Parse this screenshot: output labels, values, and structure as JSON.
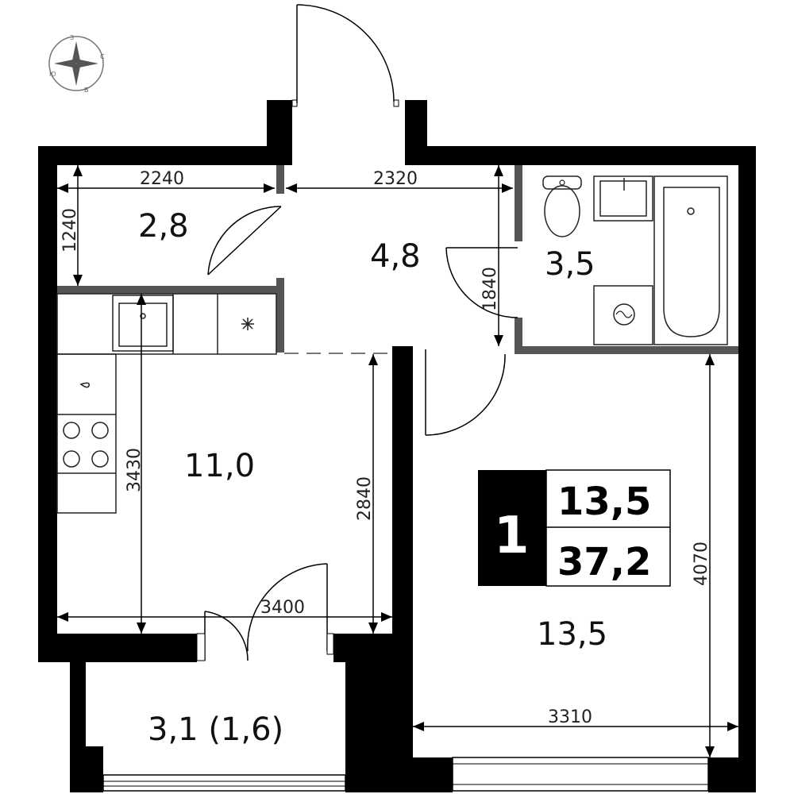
{
  "rooms": {
    "storage": "2,8",
    "hall": "4,8",
    "bathroom": "3,5",
    "kitchen": "11,0",
    "bedroom": "13,5",
    "balcony": "3,1 (1,6)"
  },
  "dimensions": {
    "storage_width": "2240",
    "storage_depth": "1240",
    "hall_width": "2320",
    "hall_depth": "1840",
    "kitchen_length": "3430",
    "kitchen_inner": "2840",
    "kitchen_width": "3400",
    "bedroom_width": "3310",
    "bedroom_length": "4070"
  },
  "badge": {
    "rooms_count": "1",
    "living_area": "13,5",
    "total_area": "37,2"
  },
  "compass": {
    "north": "З",
    "east": "С",
    "south": "В",
    "west": "Ю"
  },
  "colors": {
    "wall": "#000000",
    "partition": "#555555"
  }
}
